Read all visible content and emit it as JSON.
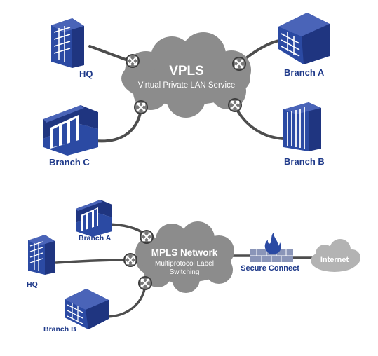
{
  "colors": {
    "brand_blue": "#2b4aa3",
    "dark_blue": "#1f3580",
    "label_blue": "#1f3a8a",
    "cloud_gray": "#8c8c8c",
    "link_gray": "#4d4d4d",
    "internet_gray": "#b3b3b3"
  },
  "top": {
    "cloud_title": "VPLS",
    "cloud_subtitle": "Virtual Private LAN Service",
    "sites": {
      "hq": "HQ",
      "branch_a": "Branch A",
      "branch_b": "Branch B",
      "branch_c": "Branch C"
    }
  },
  "bottom": {
    "cloud_title": "MPLS Network",
    "cloud_subtitle_line1": "Multiprotocol Label",
    "cloud_subtitle_line2": "Switching",
    "firewall_label": "Secure Connect",
    "internet_label": "Internet",
    "sites": {
      "branch_a": "Branch A",
      "hq": "HQ",
      "branch_b": "Branch B"
    }
  },
  "icons": [
    "building-icon",
    "warehouse-icon",
    "router-icon",
    "firewall-icon",
    "cloud-icon"
  ]
}
